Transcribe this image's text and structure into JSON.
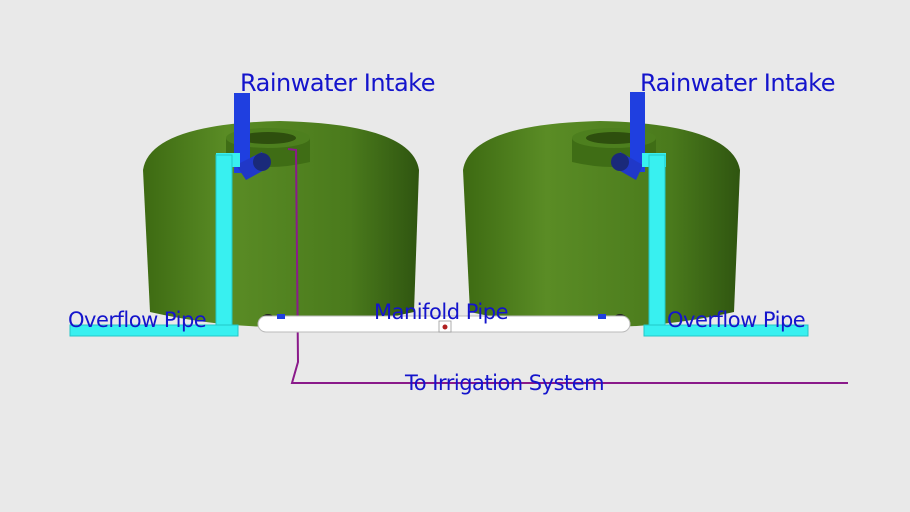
{
  "labels": {
    "intake_left": "Rainwater Intake",
    "intake_right": "Rainwater Intake",
    "overflow_left": "Overflow Pipe",
    "overflow_right": "Overflow Pipe",
    "manifold": "Manifold Pipe",
    "irrigation": "To Irrigation System"
  },
  "colors": {
    "background": "#e9e9e9",
    "tank": "#4c7d1c",
    "intake_pipe": "#1f3fe0",
    "overflow_pipe": "#38f0f0",
    "manifold_pipe": "#ffffff",
    "irrigation_line": "#8a1a8a",
    "label": "#1414cc"
  }
}
